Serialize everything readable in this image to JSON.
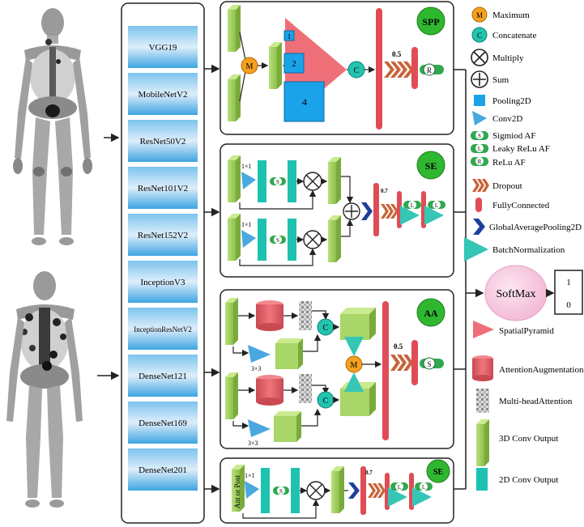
{
  "backbones": [
    "VGG19",
    "MobileNetV2",
    "ResNet50V2",
    "ResNet101V2",
    "ResNet152V2",
    "InceptionV3",
    "InceptionResNetV2",
    "DenseNet121",
    "DenseNet169",
    "DenseNet201"
  ],
  "modules": {
    "spp": {
      "badge": "SPP",
      "pool_labels": [
        "1",
        "2",
        "4"
      ],
      "dropout": "0.5",
      "m": "M",
      "c": "C",
      "r": "R"
    },
    "se": {
      "badge": "SE",
      "conv": "1×1",
      "dropout": "0.7",
      "s": "S",
      "l": "L"
    },
    "aa": {
      "badge": "AA",
      "conv": "3×3",
      "dropout": "0.5",
      "c": "C",
      "m": "M",
      "s": "S"
    },
    "se_bottom": {
      "badge": "SE",
      "conv": "1×1",
      "dropout": "0.7",
      "side_label": "Ant or Post",
      "s": "S",
      "l": "L"
    }
  },
  "softmax": {
    "label": "SoftMax",
    "outputs": [
      "1",
      "0"
    ]
  },
  "legend": [
    {
      "key": "maximum",
      "glyph": "M",
      "label": "Maximum"
    },
    {
      "key": "concatenate",
      "glyph": "C",
      "label": "Concatenate"
    },
    {
      "key": "multiply",
      "glyph": "",
      "label": "Multiply"
    },
    {
      "key": "sum",
      "glyph": "",
      "label": "Sum"
    },
    {
      "key": "pooling2d",
      "glyph": "",
      "label": "Pooling2D"
    },
    {
      "key": "conv2d",
      "glyph": "",
      "label": "Conv2D"
    },
    {
      "key": "sigmoid",
      "glyph": "S",
      "label": "Sigmiod AF"
    },
    {
      "key": "leaky",
      "glyph": "L",
      "label": "Leaky ReLu AF"
    },
    {
      "key": "relu",
      "glyph": "R",
      "label": "ReLu AF"
    },
    {
      "key": "dropout",
      "glyph": "",
      "label": "Dropout"
    },
    {
      "key": "fc",
      "glyph": "",
      "label": "FullyConnected"
    },
    {
      "key": "gap",
      "glyph": "",
      "label": "GlobalAveragePooling2D"
    },
    {
      "key": "bn",
      "glyph": "",
      "label": "BatchNormalization"
    }
  ],
  "legend2": [
    {
      "key": "spatial_pyramid",
      "label": "SpatialPyramid"
    },
    {
      "key": "attention_aug",
      "label": "AttentionAugmentation"
    },
    {
      "key": "mha",
      "label": "Multi-headAttention"
    },
    {
      "key": "conv3d_out",
      "label": "3D Conv Output"
    },
    {
      "key": "conv2d_out",
      "label": "2D Conv Output"
    }
  ],
  "colors": {
    "green_badge": "#2fb82f",
    "orange": "#f5a020",
    "teal": "#22c4b0",
    "blue": "#1aa3e8",
    "red": "#e04c55",
    "softmax": "#f4c3da",
    "lime": "#9ccc5a",
    "pyramid": "#ef6f78"
  }
}
